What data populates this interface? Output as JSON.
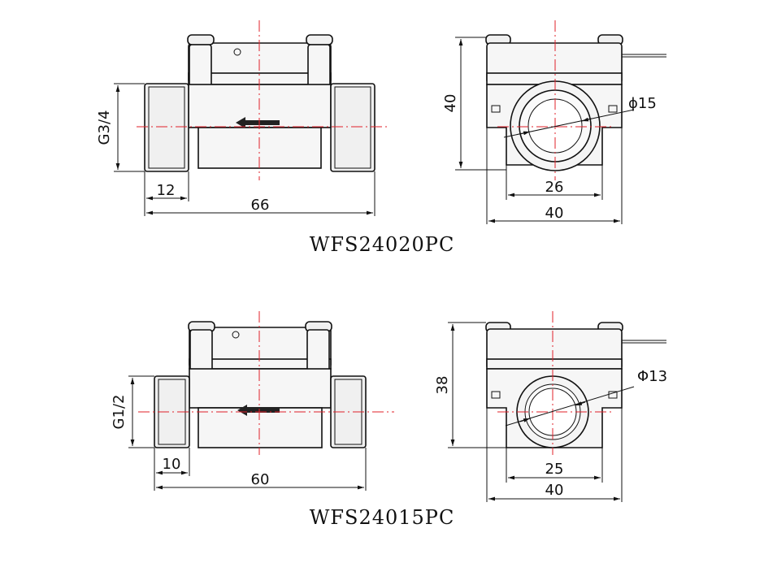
{
  "top_model": {
    "label": "WFS24020PC",
    "thread": "G3/4",
    "nut_length": "12",
    "overall_length": "66",
    "height": "40",
    "hole_diameter": "ϕ15",
    "base_width": "26",
    "body_width": "40"
  },
  "bottom_model": {
    "label": "WFS24015PC",
    "thread": "G1/2",
    "nut_length": "10",
    "overall_length": "60",
    "height": "38",
    "hole_diameter": "Φ13",
    "base_width": "25",
    "body_width": "40"
  }
}
